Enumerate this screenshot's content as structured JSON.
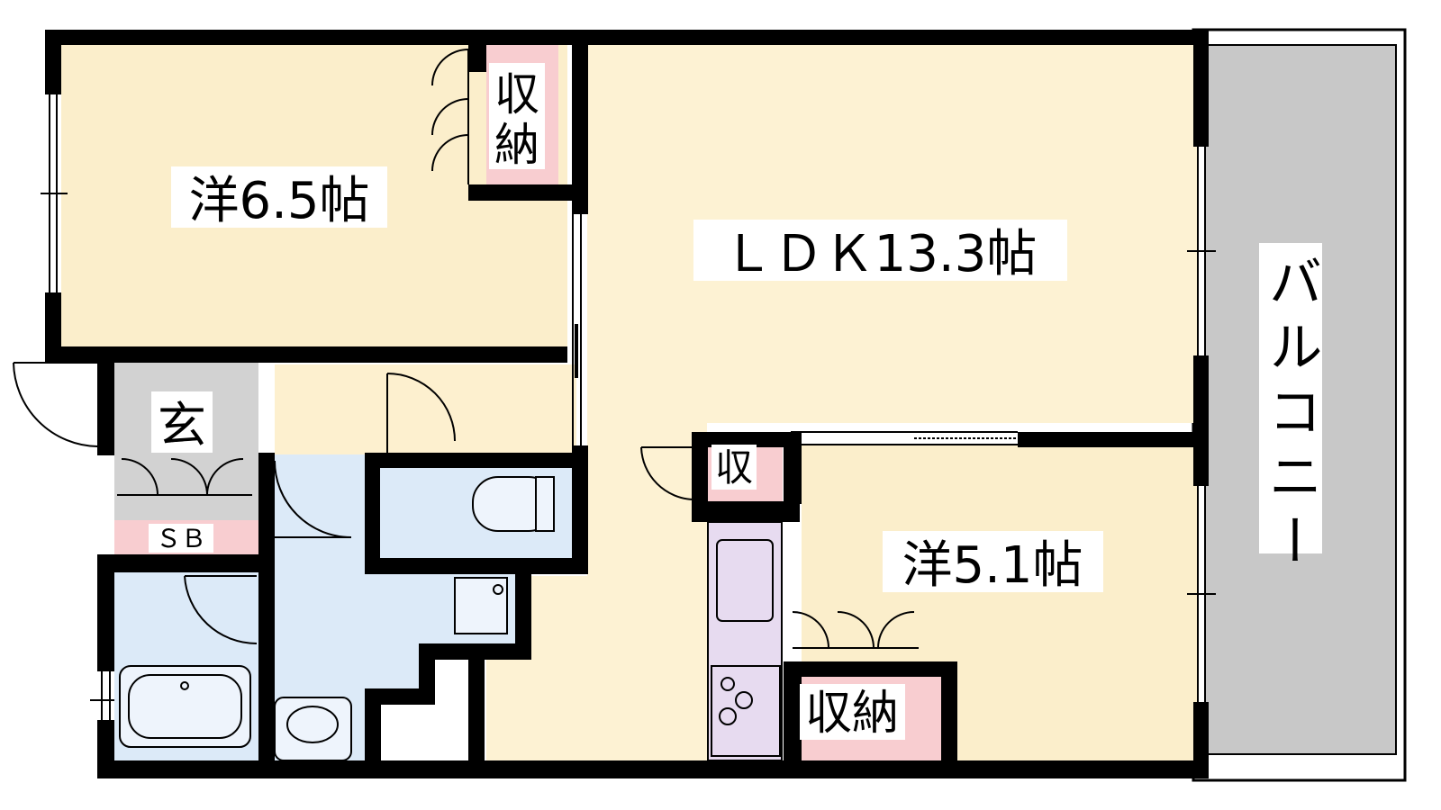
{
  "rooms": {
    "western_1": "洋6.5帖",
    "ldk": "ＬＤＫ13.3帖",
    "western_2": "洋5.1帖",
    "balcony": "バルコニー",
    "entrance": "玄",
    "shoe_box": "ＳＢ",
    "storage_top_1": "収",
    "storage_top_2": "納",
    "storage_small": "収",
    "storage_bottom": "収納"
  },
  "colors": {
    "wall": "#000000",
    "western_floor": "#fbeecb",
    "ldk_floor": "#fdf2d3",
    "corridor_floor": "#fdf0cf",
    "storage": "#f8cdd0",
    "wet_area": "#dceaf8",
    "entrance_floor": "#d2d2d2",
    "kitchen": "#e7dbf0",
    "balcony": "#c8c8c8"
  }
}
